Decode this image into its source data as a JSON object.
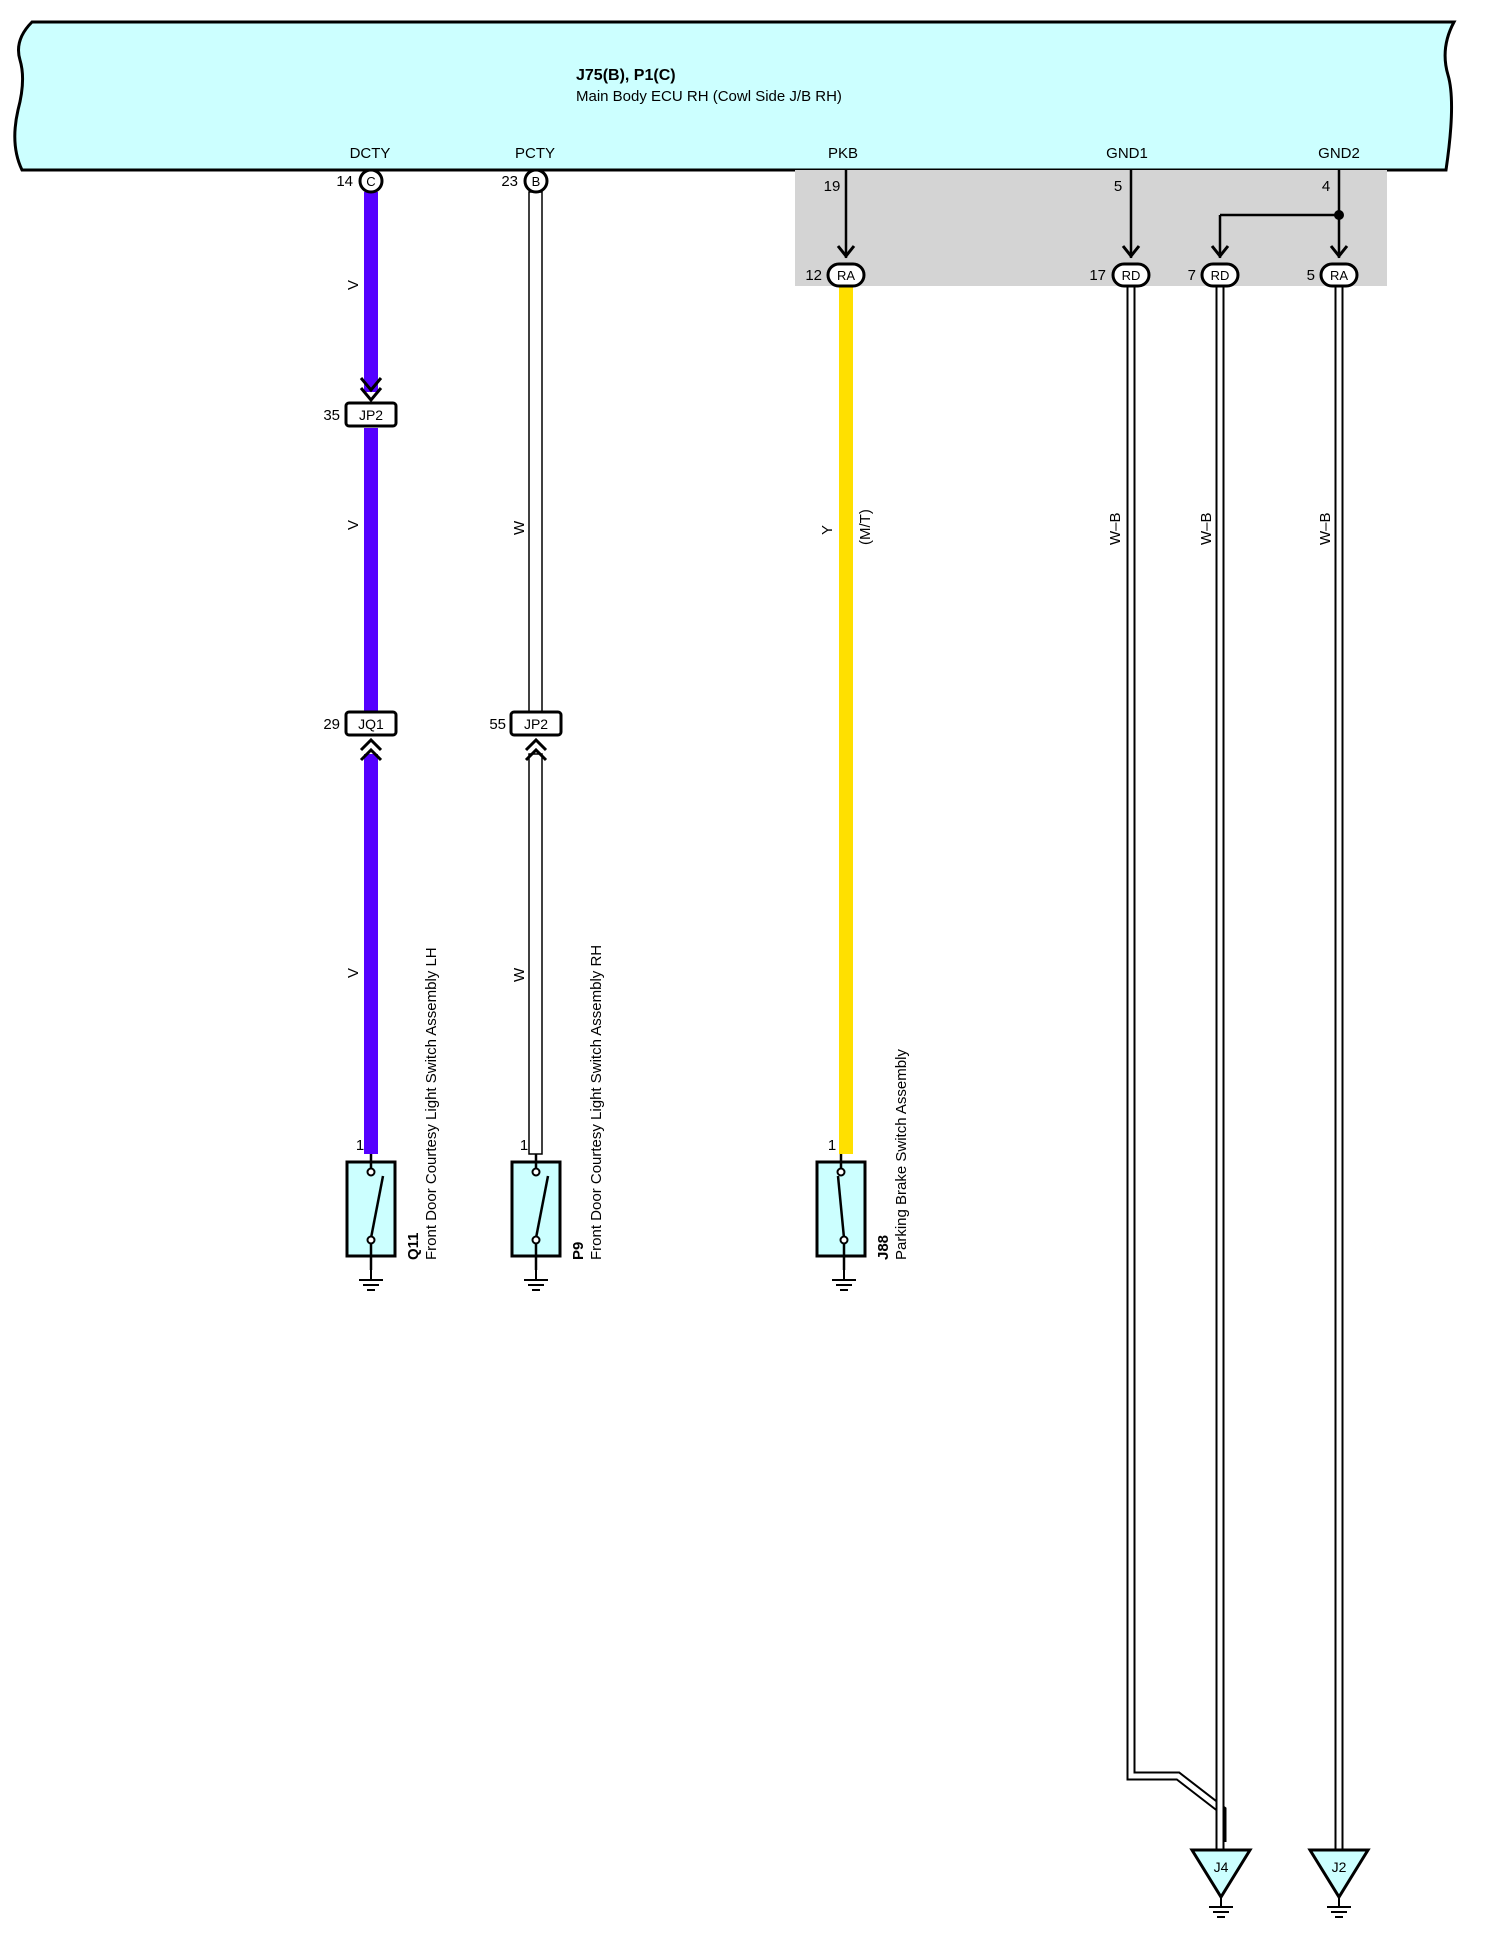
{
  "ecu": {
    "connectors": "J75(B), P1(C)",
    "name": "Main Body ECU RH (Cowl Side J/B RH)",
    "header_color": "#ccffff"
  },
  "pins": {
    "dcty": {
      "name": "DCTY",
      "number": "14",
      "connector": "C"
    },
    "pcty": {
      "name": "PCTY",
      "number": "23",
      "connector": "B"
    },
    "pkb": {
      "name": "PKB",
      "number": "19"
    },
    "gnd1": {
      "name": "GND1",
      "number": "5"
    },
    "gnd2": {
      "name": "GND2",
      "number": "4"
    }
  },
  "junction_connectors": {
    "ra12": {
      "number": "12",
      "code": "RA"
    },
    "rd17": {
      "number": "17",
      "code": "RD"
    },
    "rd7": {
      "number": "7",
      "code": "RD"
    },
    "ra5": {
      "number": "5",
      "code": "RA"
    }
  },
  "inline_connectors": {
    "jp2_35": {
      "number": "35",
      "code": "JP2"
    },
    "jq1_29": {
      "number": "29",
      "code": "JQ1"
    },
    "jp2_55": {
      "number": "55",
      "code": "JP2"
    }
  },
  "wires": {
    "dcty_color": "V",
    "pcty_color": "W",
    "pkb_color": "Y",
    "pkb_note": "(M/T)",
    "ground_color": "W–B",
    "violet": "#5500ff",
    "yellow": "#ffe000",
    "white": "#ffffff"
  },
  "components": {
    "q11": {
      "code": "Q11",
      "name": "Front Door Courtesy Light Switch Assembly LH",
      "pin": "1"
    },
    "p9": {
      "code": "P9",
      "name": "Front Door Courtesy Light Switch Assembly RH",
      "pin": "1"
    },
    "j88": {
      "code": "J88",
      "name": "Parking Brake Switch Assembly",
      "pin": "1"
    }
  },
  "grounds": {
    "j4": "J4",
    "j2": "J2"
  },
  "junction_box_shade": "#d4d4d4"
}
